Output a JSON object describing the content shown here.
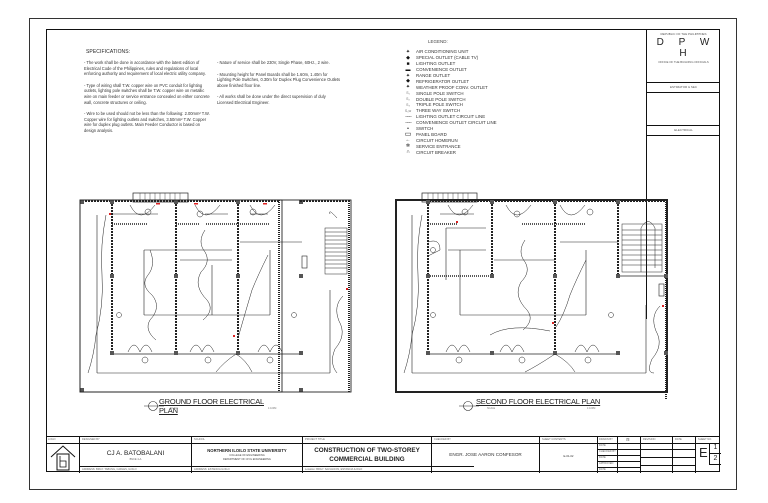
{
  "specifications": {
    "title": "SPECIFICATIONS:",
    "items_col1": [
      "-        The work shall be done in accordance with the latest edition of Electrical Code of the Philippines, rules and regulations of local enforcing authority and requirement of local electric utility company.",
      "-        Type of wiring shall T.W. copper wire on PVC conduit for lighting outlets, lighting pole switches shall be T.W. copper wire on metallic wire on main feeder or service entrance concealed on either concrete wall, concrete structures or ceiling.",
      "-        Wire to be used should not be less than the following: 2.00mm² T.W. Copper wire for lighting outlets and switches, 3.50mm² T.W. Copper wire for duplex plug outlets. Main Feeder Conductor is based on design analysis."
    ],
    "items_col2": [
      "-        Nature of service shall be 230V, Single Phase, 60Hz., 2 wire.",
      "-        Mounting height for Panel Boards shall be 1.60m, 1.40m for Lighting Pole Switches, 0.30m for Duplex Plug Convenience Outlets above finished floor line.",
      "-        All works shall be done under the direct supervision of duly Licensed Electrical Engineer."
    ]
  },
  "legend": {
    "title": "LEGEND:",
    "items": [
      {
        "icon": "air-conditioning-unit-symbol",
        "glyph": "✦",
        "label": "AIR CONDITIONING UNIT"
      },
      {
        "icon": "special-outlet-symbol",
        "glyph": "◆",
        "label": "SPECIAL OUTLET (CABLE TV)"
      },
      {
        "icon": "lighting-outlet-symbol",
        "glyph": "■",
        "label": "LIGHTING OUTLET"
      },
      {
        "icon": "convenience-outlet-symbol",
        "glyph": "▬",
        "label": "CONVENIENCE OUTLET"
      },
      {
        "icon": "range-outlet-symbol",
        "glyph": "✦",
        "label": "RANGE OUTLET"
      },
      {
        "icon": "refrigerator-outlet-symbol",
        "glyph": "◆",
        "label": "REFRIGERATOR OUTLET"
      },
      {
        "icon": "weather-proof-outlet-symbol",
        "glyph": "✦",
        "label": "WEATHER PROOF CONV. OUTLET"
      },
      {
        "icon": "single-pole-switch-symbol",
        "glyph": "S₁",
        "label": "SINGLE POLE SWITCH"
      },
      {
        "icon": "double-pole-switch-symbol",
        "glyph": "S₂",
        "label": "DOUBLE POLE SWITCH"
      },
      {
        "icon": "triple-pole-switch-symbol",
        "glyph": "S₃",
        "label": "TRIPLE POLE SWITCH"
      },
      {
        "icon": "three-way-switch-symbol",
        "glyph": "S₃w",
        "label": "THREE WAY SWITCH"
      },
      {
        "icon": "lighting-circuit-line-symbol",
        "glyph": "───",
        "label": "LIGHTING OUTLET CIRCUIT LINE"
      },
      {
        "icon": "convenience-circuit-line-symbol",
        "glyph": "───",
        "label": "CONVENIENCE OUTLET CIRCUIT LINE"
      },
      {
        "icon": "switch-symbol",
        "glyph": "•",
        "label": "SWITCH"
      },
      {
        "icon": "panel-board-symbol",
        "glyph": "▭",
        "label": "PANEL BOARD"
      },
      {
        "icon": "circuit-homerun-symbol",
        "glyph": "←",
        "label": "CIRCUIT HOMERUN"
      },
      {
        "icon": "service-entrance-symbol",
        "glyph": "✲",
        "label": "SERVICE ENTRANCE"
      },
      {
        "icon": "circuit-breaker-symbol",
        "glyph": "∩",
        "label": "CIRCUIT BREAKER"
      }
    ]
  },
  "dpwh_block": {
    "republic": "REPUBLIC OF THE PHILIPPINES",
    "acronym": "D P W H",
    "office": "OFFICE OF THE BUILDING OFFICIALS",
    "band1": "ESTIMATOR & SEC",
    "band2": "ELECTRICAL"
  },
  "plans": {
    "ground": {
      "title": "GROUND FLOOR ELECTRICAL PLAN",
      "scale_left": "SCALE",
      "scale_right": "1:100M"
    },
    "second": {
      "title": "SECOND FLOOR ELECTRICAL PLAN",
      "scale_left": "SCALE",
      "scale_right": "1:100M"
    }
  },
  "title_block": {
    "logo_label": "LOGO",
    "designed_by_label": "DESIGNED BY",
    "designer": "CJ A. BATOBALANI",
    "designer_course": "BSCE 4-A",
    "designer_address": "ADDRESS: BRGY. TABUNG, CARLES, ILOILO",
    "school_label": "SCHOOL",
    "school_name": "NORTHERN ILOILO STATE UNIVERSITY",
    "school_college": "COLLEGE OF ENGINEERING",
    "school_dept": "DEPARTMENT OF CIVIL ENGINEERING",
    "school_address": "ADDRESS: ESTANCIA ILOILO",
    "project_label": "PROJECT TITLE",
    "project_title_1": "CONSTRUCTION OF TWO-STOREY",
    "project_title_2": "COMMERCIAL BUILDING",
    "project_location": "Location: BRGY. SALVACION, ESTANCIA ILOILO",
    "checked_label": "CHECKED BY",
    "checker": "ENGR. JOSE AARON CONFESOR",
    "sheet_contents_label": "SHEET CONTENTS",
    "sheet_contents": "E-01-02",
    "side_labels": [
      "DRAWN BY",
      "DATE",
      "CHECKED BY",
      "DATE",
      "APPROVED",
      "DATE"
    ],
    "revision_label": "REVISION",
    "date_label": "DATE",
    "sheet_no_label": "SHEET NO.",
    "sheet_letter": "E",
    "sheet_number": "1",
    "sheet_total": "2"
  }
}
